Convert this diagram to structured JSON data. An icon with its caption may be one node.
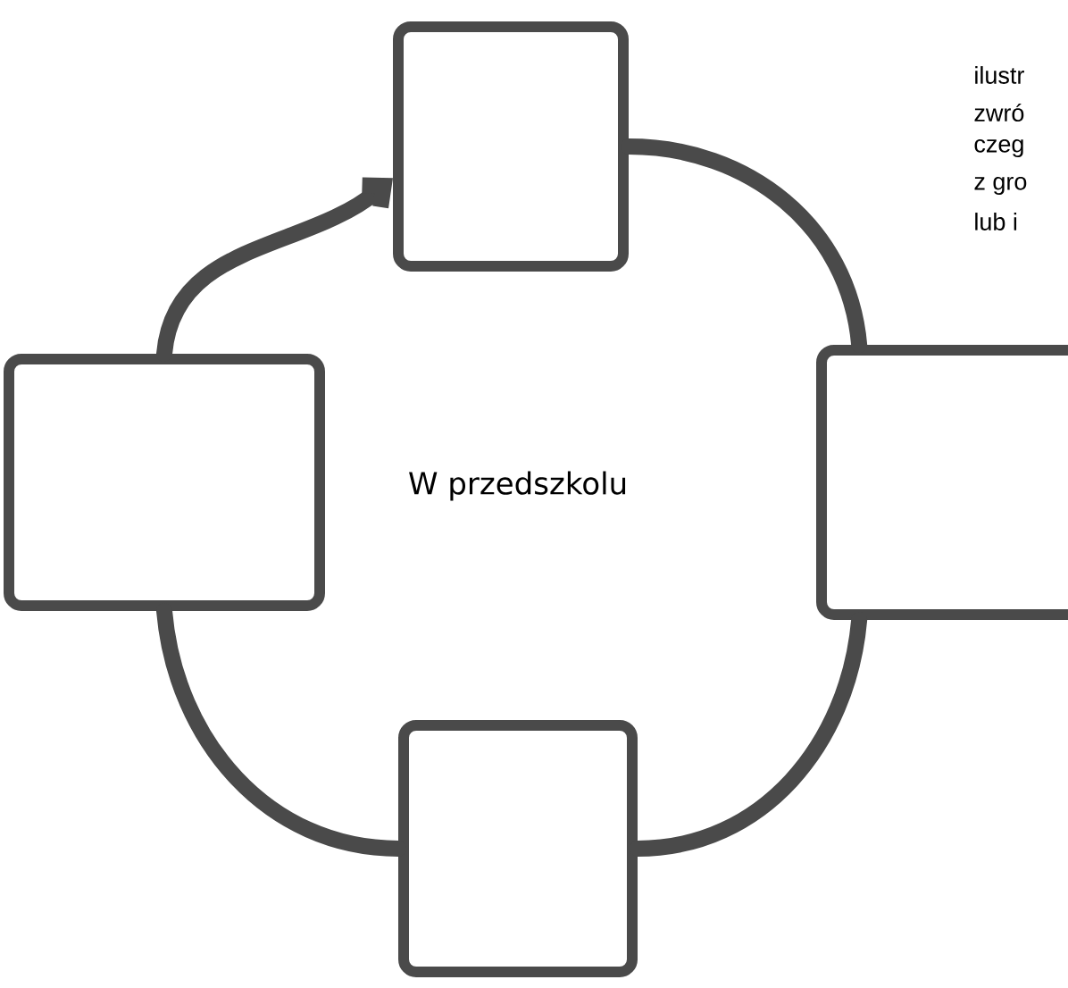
{
  "diagram": {
    "nodes": [
      {
        "text": [],
        "shape": "box"
      },
      {
        "text": [],
        "shape": "box"
      },
      {
        "text": [],
        "shape": "box"
      },
      {
        "text": [],
        "shape": "box"
      }
    ],
    "edges": [
      {
        "from": 1,
        "to": 0,
        "arrow": "to"
      },
      {
        "from": 0,
        "to": 2,
        "arrow": "none"
      },
      {
        "from": 2,
        "to": 3,
        "arrow": "none"
      },
      {
        "from": 3,
        "to": 1,
        "arrow": "none"
      }
    ],
    "labels": [
      "W przedszkolu",
      "ilustr",
      "zwró",
      "czeg",
      "z gro",
      "lub i"
    ]
  }
}
